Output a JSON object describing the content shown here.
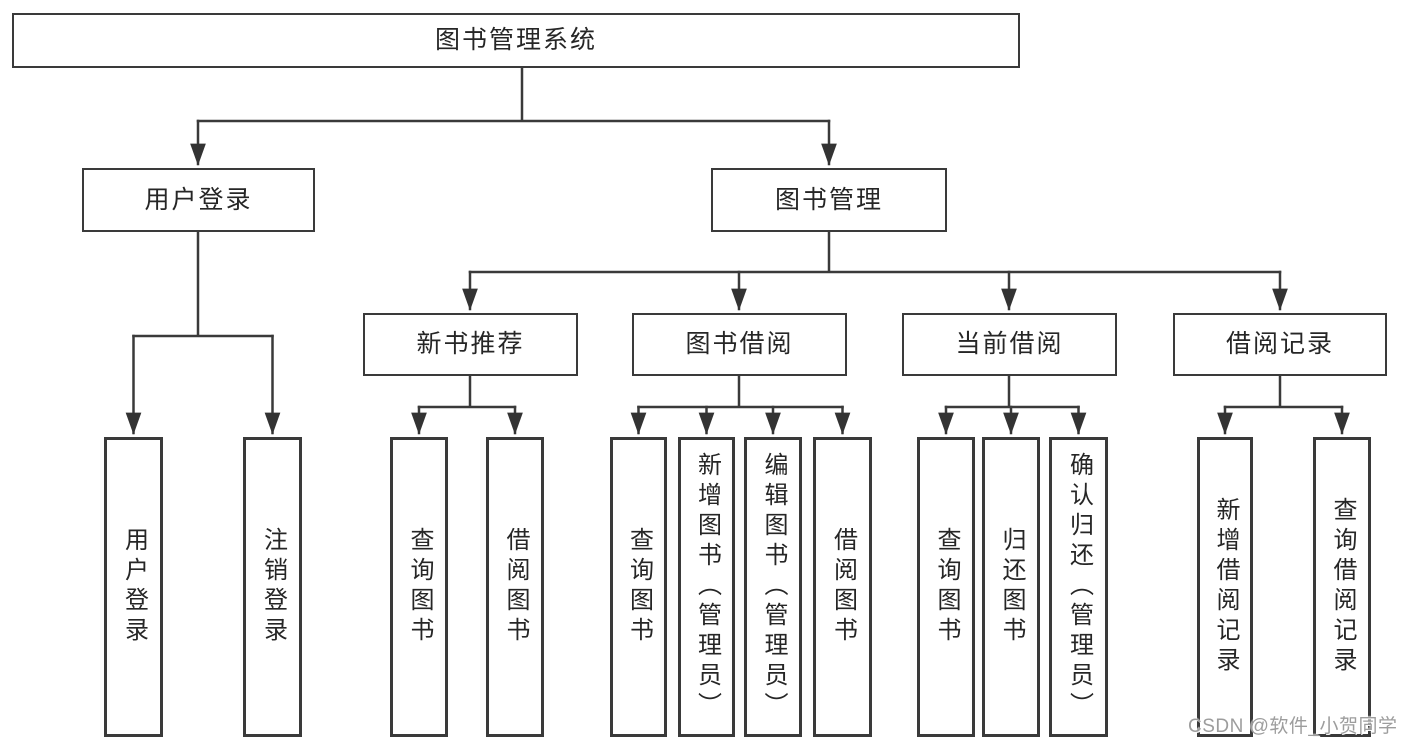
{
  "tree": {
    "root": "图书管理系统",
    "branches": [
      {
        "label": "用户登录",
        "children": [
          {
            "label": "用户登录"
          },
          {
            "label": "注销登录"
          }
        ]
      },
      {
        "label": "图书管理",
        "children": [
          {
            "label": "新书推荐",
            "children": [
              {
                "label": "查询图书"
              },
              {
                "label": "借阅图书"
              }
            ]
          },
          {
            "label": "图书借阅",
            "children": [
              {
                "label": "查询图书"
              },
              {
                "label": "新增图书（管理员）"
              },
              {
                "label": "编辑图书（管理员）"
              },
              {
                "label": "借阅图书"
              }
            ]
          },
          {
            "label": "当前借阅",
            "children": [
              {
                "label": "查询图书"
              },
              {
                "label": "归还图书"
              },
              {
                "label": "确认归还（管理员）"
              }
            ]
          },
          {
            "label": "借阅记录",
            "children": [
              {
                "label": "新增借阅记录"
              },
              {
                "label": "查询借阅记录"
              }
            ]
          }
        ]
      }
    ]
  },
  "colors": {
    "line": "#3a3a3a",
    "arrow": "#333333",
    "text": "#262626",
    "watermark": "#9d9d9d"
  },
  "watermark": "CSDN @软件_小贺同学"
}
